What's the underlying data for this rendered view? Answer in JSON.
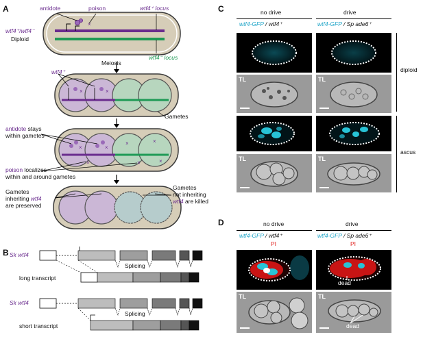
{
  "panels": {
    "A": {
      "letter": "A",
      "antidote": "antidote",
      "poison": "poison",
      "wtf4_plus_locus": "wtf4⁺ locus",
      "wtf4_minus_locus": "wtf4⁻ locus",
      "genotype": "wtf4⁺/wtf4⁻",
      "diploid": "Diploid",
      "meiosis": "Meiosis",
      "wtf4_plus": "wtf4⁺",
      "gametes": "Gametes",
      "antidote_word": "antidote",
      "antidote_rest": " stays",
      "antidote_line2": "within gametes",
      "poison_word": "poison",
      "poison_rest": " localizes",
      "poison_line2": "within and around gametes",
      "inherit_l1": "Gametes",
      "inherit_l2a": "inheriting ",
      "inherit_l2b": "wtf4",
      "inherit_l3": "are preserved",
      "notinherit_l1": "Gametes",
      "notinherit_l2": "not inheriting",
      "notinherit_l3a": "wtf4",
      "notinherit_l3b": " are killed"
    },
    "B": {
      "letter": "B",
      "gene": "Sk wtf4",
      "splicing": "Splicing",
      "long": "long transcript",
      "short": "short transcript"
    },
    "C": {
      "letter": "C",
      "col1_title": "no drive",
      "col2_title": "drive",
      "col1_gfp": "wtf4-GFP",
      "col1_sep": " / ",
      "col1_geno": "wtf4⁺",
      "col2_gfp": "wtf4-GFP",
      "col2_sep": " / ",
      "col2_geno": "Sp ade6⁺",
      "tl": "TL",
      "diploid": "diploid",
      "ascus": "ascus"
    },
    "D": {
      "letter": "D",
      "col1_title": "no drive",
      "col2_title": "drive",
      "col1_gfp": "wtf4-GFP",
      "col1_sep": " / ",
      "col1_geno": "wtf4⁺",
      "col2_gfp": "wtf4-GFP",
      "col2_sep": " / ",
      "col2_geno": "Sp ade6⁺",
      "pi": "PI",
      "tl": "TL",
      "dead": "dead"
    }
  },
  "colors": {
    "purple": "#6a2c8e",
    "green": "#1e9a55",
    "cyan": "#1fa5c8",
    "red": "#e0221f",
    "cell_fill": "#d6cdb8",
    "cell_border": "#3a3a3a"
  }
}
